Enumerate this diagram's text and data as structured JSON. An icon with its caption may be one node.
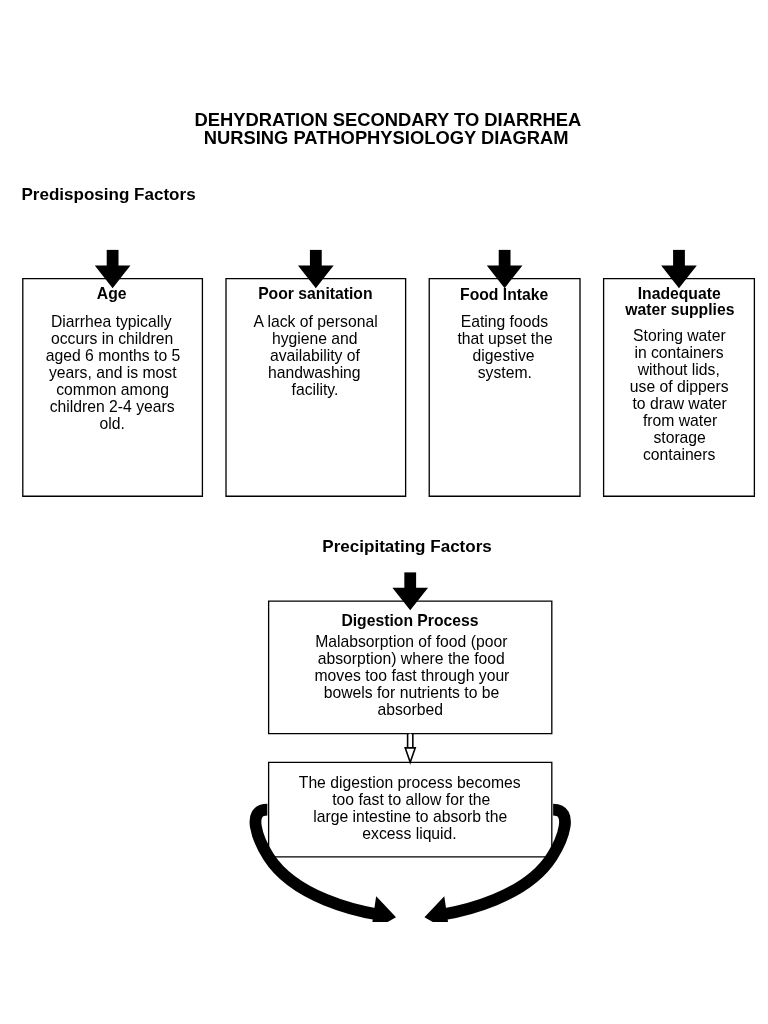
{
  "diagram": {
    "title": "DEHYDRATION SECONDARY TO DIARRHEA NURSING PATHOPHYSIOLOGY DIAGRAM",
    "nodes": [
      {
        "text": [
          "Age",
          "Diarrhea typically occurs in children aged 6 months to 5 years, and is most common among children 2-4 years old."
        ]
      },
      {
        "text": [
          "Poor sanitation",
          "A lack of personal hygiene and availability of handwashing facility."
        ]
      },
      {
        "text": [
          "Food Intake",
          "Eating foods that upset the digestive system."
        ]
      },
      {
        "text": [
          "Inadequate water supplies",
          "Storing water in containers without lids, use of dippers to draw water from water storage containers"
        ]
      },
      {
        "text": [
          "Precipitating Factors"
        ]
      },
      {
        "text": [
          "Digestion Process",
          "Malabsorption of food (poor absorption) where the food moves too fast through your bowels for nutrients to be absorbed"
        ]
      },
      {
        "text": [
          "The digestion process becomes too fast to allow for the large intestine to absorb the excess liquid."
        ]
      }
    ],
    "edges": [
      {
        "from": null,
        "to": 0,
        "arrow": "to"
      },
      {
        "from": null,
        "to": 1,
        "arrow": "to"
      },
      {
        "from": null,
        "to": 2,
        "arrow": "to"
      },
      {
        "from": null,
        "to": 3,
        "arrow": "to"
      },
      {
        "from": 4,
        "to": 5,
        "arrow": "to"
      },
      {
        "from": 5,
        "to": 6,
        "arrow": "to"
      },
      {
        "from": 6,
        "to": null,
        "arrow": "to"
      },
      {
        "from": 6,
        "to": null,
        "arrow": "to"
      }
    ],
    "labels": [
      "Predisposing Factors"
    ]
  }
}
